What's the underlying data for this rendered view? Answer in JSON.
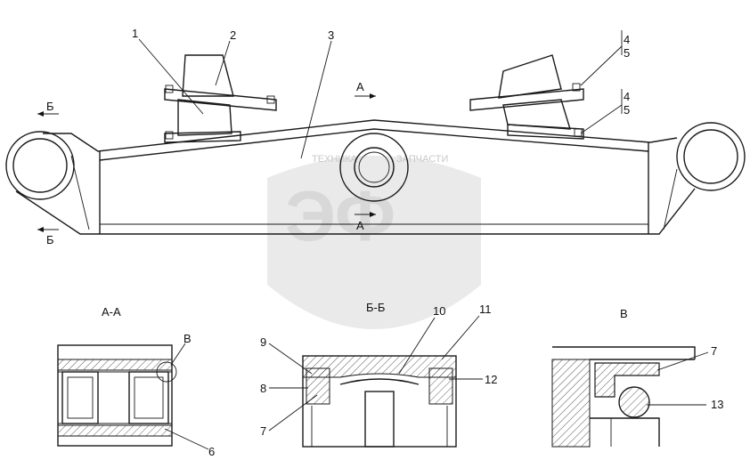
{
  "watermark": {
    "text_top": "ТЕХНИКА",
    "text_top2": "ЗАПЧАСТИ",
    "letters": "ЭФ"
  },
  "section_labels": {
    "aa": "А-А",
    "bb": "Б-Б",
    "v": "В"
  },
  "section_markers": {
    "a_top": "А",
    "a_bottom": "А",
    "b_top": "Б",
    "b_bottom": "Б"
  },
  "callouts": {
    "c1": "1",
    "c2": "2",
    "c3": "3",
    "c4a": "4",
    "c5a": "5",
    "c4b": "4",
    "c5b": "5",
    "c6": "6",
    "cB": "В",
    "c7a": "7",
    "c8": "8",
    "c9": "9",
    "c10": "10",
    "c11": "11",
    "c12": "12",
    "c7b": "7",
    "c13": "13"
  }
}
